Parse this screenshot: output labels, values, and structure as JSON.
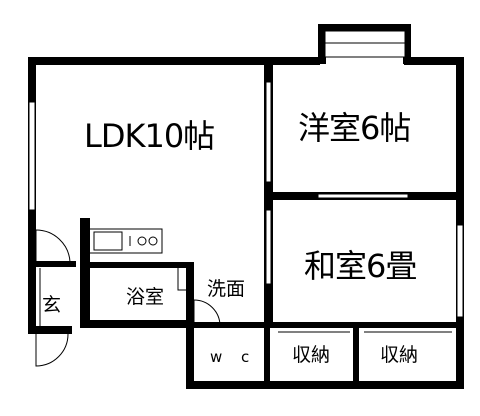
{
  "rooms": {
    "ldk": "LDK10帖",
    "western": "洋室6帖",
    "japanese": "和室6畳",
    "entrance": "玄",
    "bath": "浴室",
    "washroom": "洗面",
    "toilet": "w c",
    "storage_left": "収納",
    "storage_right": "収納"
  },
  "colors": {
    "wall": "#000000",
    "floor": "#ffffff",
    "fixture": "#666666"
  }
}
